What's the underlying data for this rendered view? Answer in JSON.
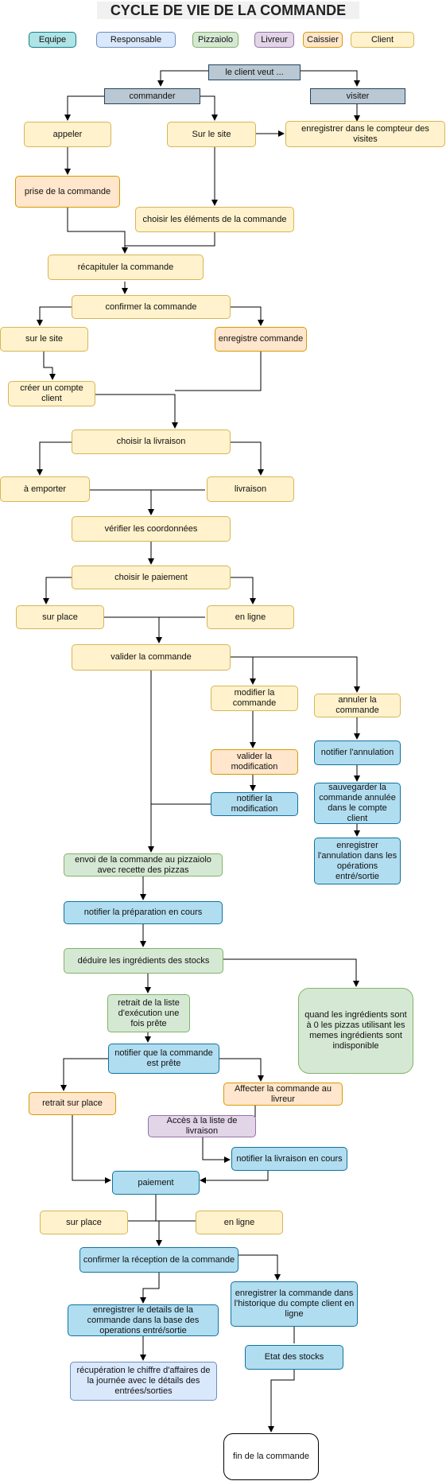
{
  "title": "CYCLE DE VIE DE LA COMMANDE",
  "legend": {
    "equipe": "Equipe",
    "responsable": "Responsable",
    "pizzaiolo": "Pizzaiolo",
    "livreur": "Livreur",
    "caissier": "Caissier",
    "client": "Client"
  },
  "colors": {
    "client": "#fff2cc",
    "caissier": "#ffe6cc",
    "responsable": "#dae8fc",
    "equipe": "#b1ddf0",
    "pizzaiolo": "#d5e8d4",
    "livreur": "#e1d5e7",
    "decision": "#bac8d3"
  },
  "nodes": {
    "client_veut": "le client veut ...",
    "commander": "commander",
    "visiter": "visiter",
    "appeler": "appeler",
    "sur_le_site_1": "Sur le site",
    "enregistrer_compteur": "enregistrer dans le compteur des visites",
    "prise_commande": "prise de la commande",
    "choisir_elements": "choisir les éléments de la commande",
    "recapituler": "récapituler la commande",
    "confirmer": "confirmer la commande",
    "sur_le_site_2": "sur le site",
    "enregistre_commande": "enregistre commande",
    "creer_compte": "créer un compte client",
    "choisir_livraison": "choisir la livraison",
    "a_emporter": "à emporter",
    "livraison": "livraison",
    "verifier_coord": "vérifier les coordonnées",
    "choisir_paiement": "choisir le paiement",
    "sur_place_1": "sur place",
    "en_ligne_1": "en ligne",
    "valider_commande": "valider la commande",
    "modifier": "modifier la commande",
    "annuler": "annuler la commande",
    "valider_modif": "valider la modification",
    "notifier_annulation": "notifier l'annulation",
    "notifier_modif": "notifier la modification",
    "sauvegarder_annulation": "sauvegarder la commande annulée dans le compte client",
    "enregistrer_annulation": "enregistrer l'annulation dans les opérations entré/sortie",
    "envoi_pizzaiolo": "envoi de la commande au pizzaiolo avec recette des pizzas",
    "notifier_preparation": "notifier la préparation en cours",
    "deduire": "déduire les ingrédients des stocks",
    "retrait_liste": "retrait de la liste d'exécution une fois prête",
    "ingredients_zero": "quand les ingrédients sont à 0 les pizzas utilisant les memes ingrédients sont indisponible",
    "notifier_prete": "notifier que la commande est prête",
    "retrait_place": "retrait sur place",
    "affecter_livreur": "Affecter la commande au livreur",
    "acces_liste": "Accès à la liste de livraison",
    "notifier_livraison": "notifier la livraison en cours",
    "paiement": "paiement",
    "sur_place_2": "sur place",
    "en_ligne_2": "en ligne",
    "confirmer_reception": "confirmer la réception de la commande",
    "enregistrer_historique": "enregistrer la commande dans l'historique du compte client en ligne",
    "enregistrer_details": "enregistrer le details de la commande dans la base des operations entré/sortie",
    "etat_stocks": "Etat des stocks",
    "recuperation_ca": "récupération le chiffre d'affaires de la journée avec le détails des entrées/sorties",
    "fin": "fin de la commande"
  }
}
